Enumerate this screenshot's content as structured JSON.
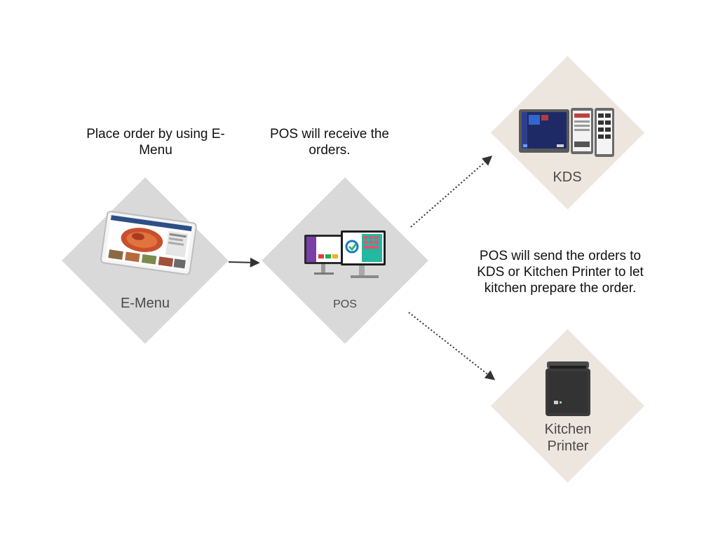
{
  "captions": {
    "emenu": "Place order by using E-Menu",
    "pos": "POS will receive the orders.",
    "send": "POS will send the orders to KDS or Kitchen Printer to let kitchen prepare the order."
  },
  "nodes": {
    "emenu": {
      "label": "E-Menu",
      "icon": "tablet-menu-icon"
    },
    "pos": {
      "label": "POS",
      "icon": "pos-terminals-icon"
    },
    "kds": {
      "label": "KDS",
      "icon": "kitchen-display-icon"
    },
    "printer": {
      "label_line1": "Kitchen",
      "label_line2": "Printer",
      "icon": "receipt-printer-icon"
    }
  },
  "colors": {
    "diamond_grey": "#d9d9d9",
    "diamond_beige": "#ede6df",
    "arrow": "#333333"
  }
}
